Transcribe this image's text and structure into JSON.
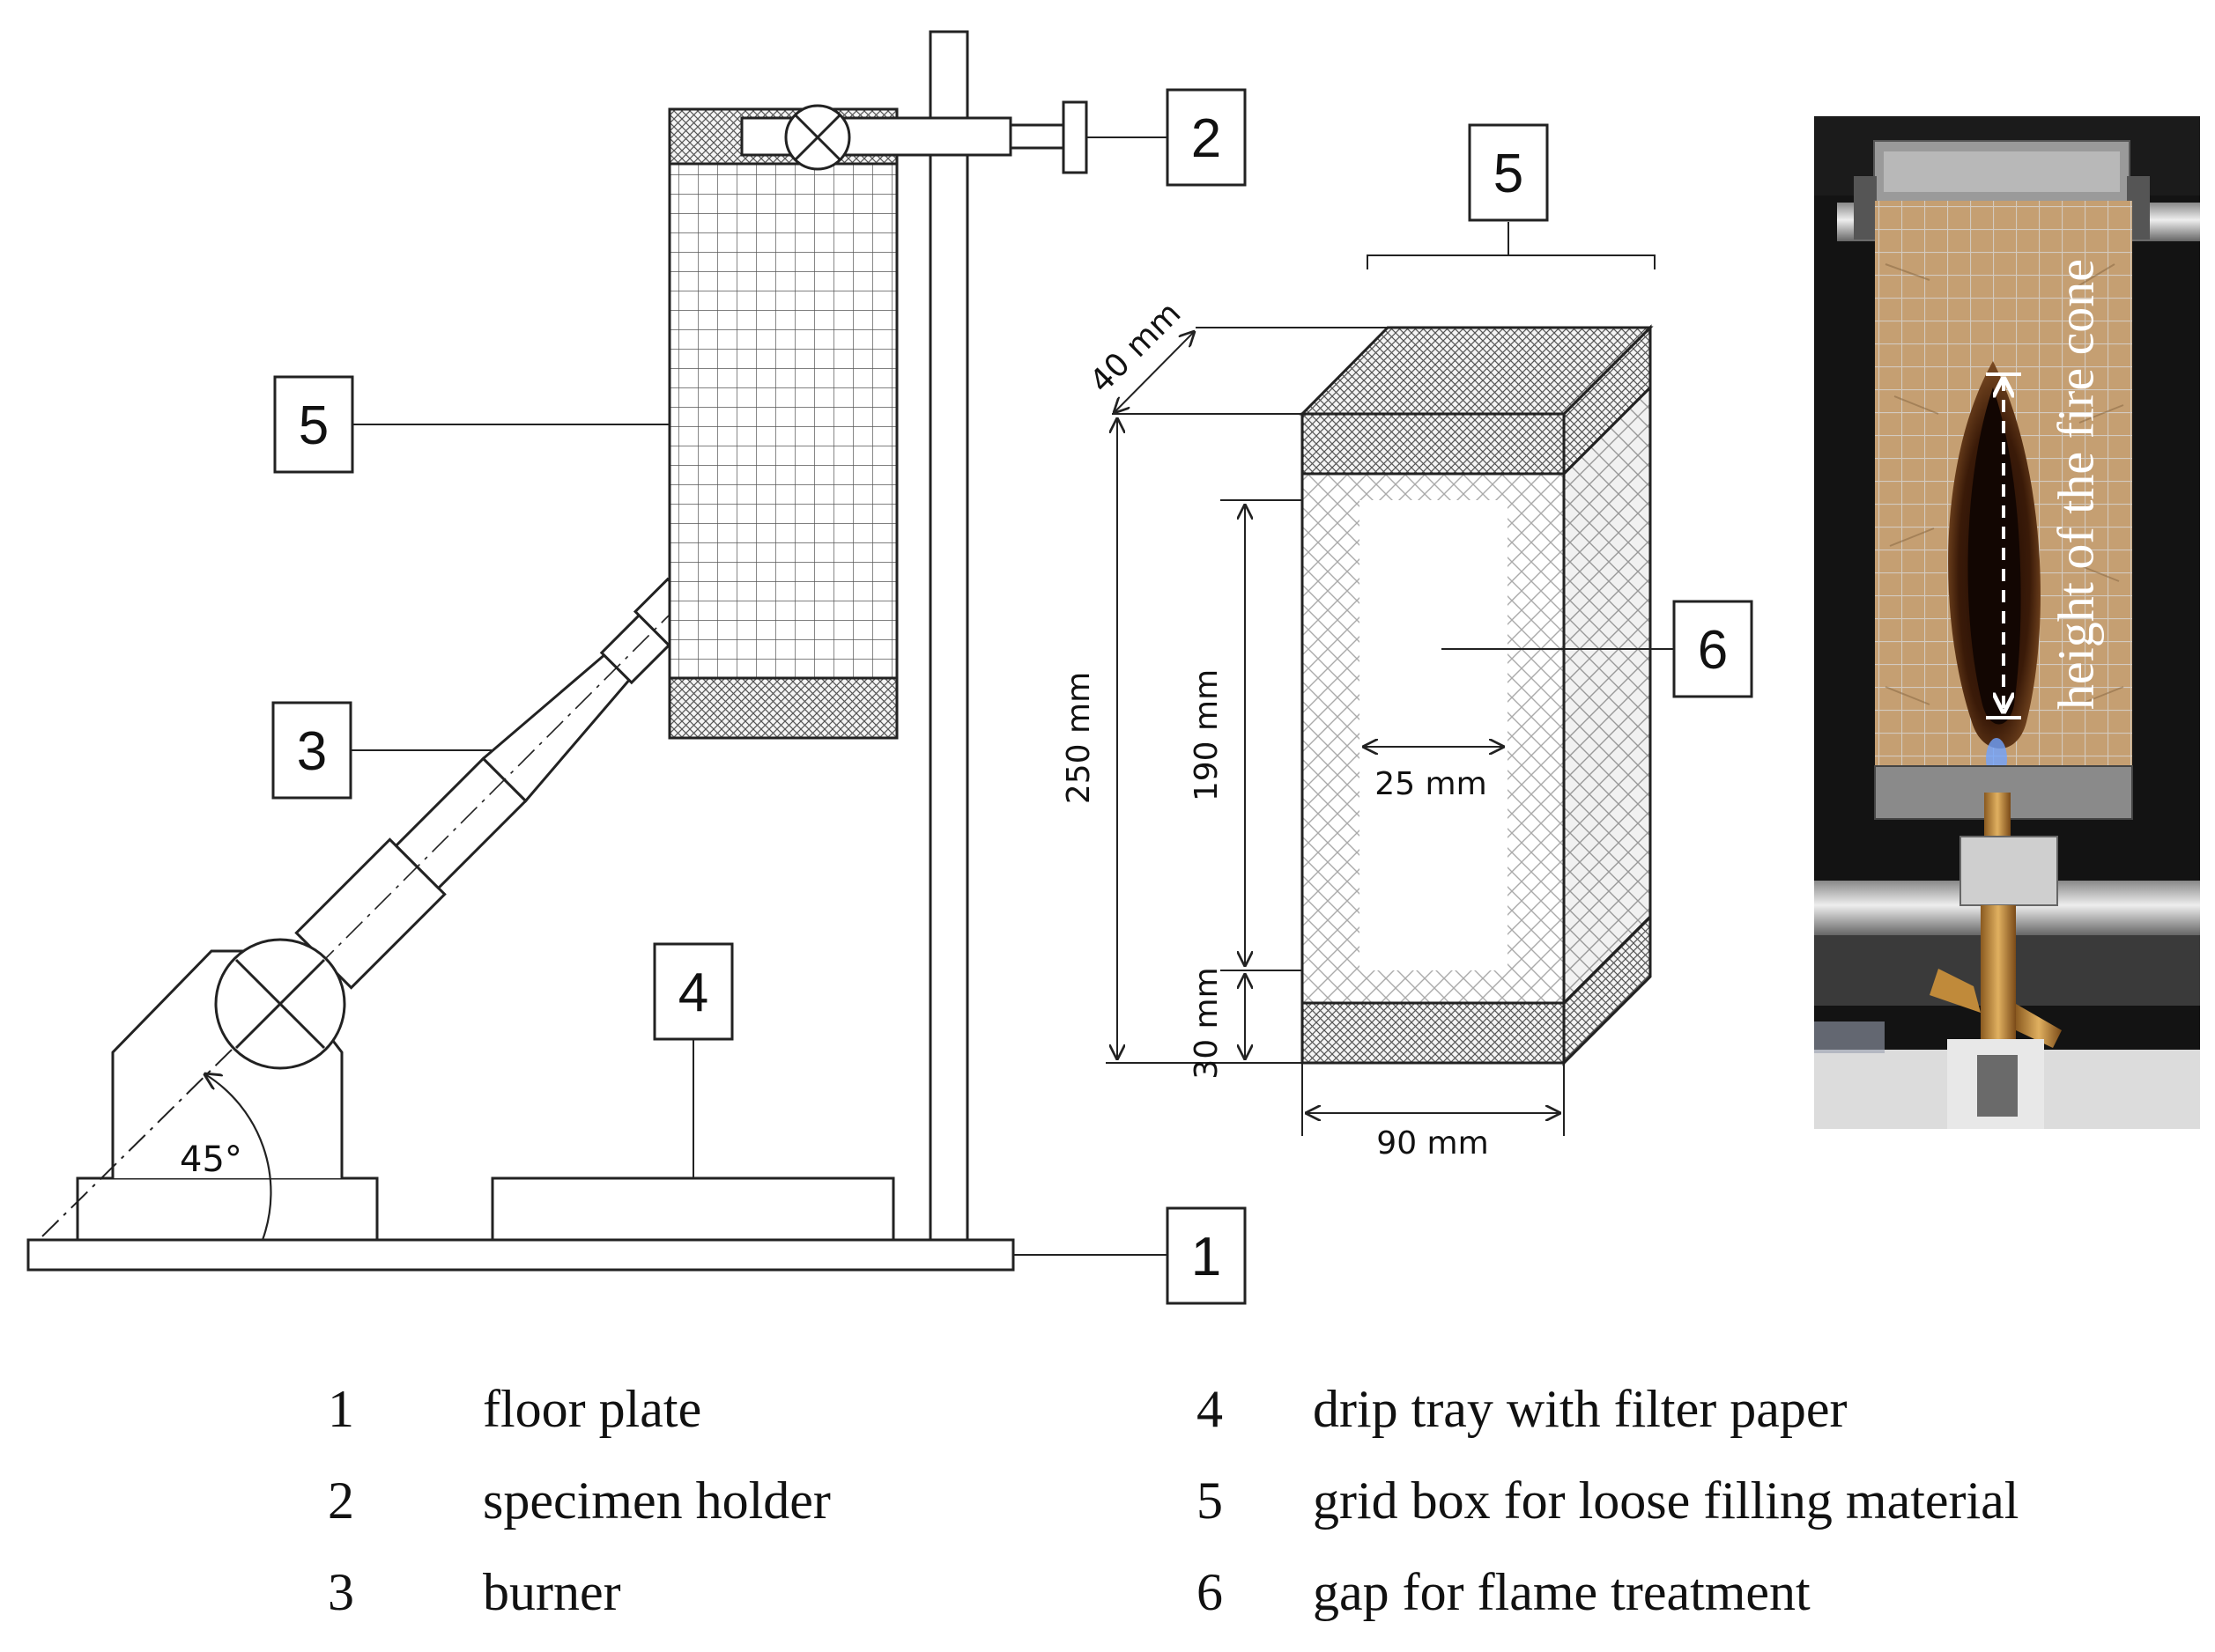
{
  "callouts": {
    "c1": "1",
    "c2": "2",
    "c3": "3",
    "c4": "4",
    "c5_left": "5",
    "c5_right": "5",
    "c6": "6"
  },
  "angle_label": "45°",
  "dimensions": {
    "depth": "40 mm",
    "height_total": "250 mm",
    "height_gap": "190 mm",
    "bottom_band": "30 mm",
    "gap_width": "25 mm",
    "width": "90 mm"
  },
  "photo_annotation": "height of the fire cone",
  "legend": [
    {
      "num": "1",
      "text": "floor plate"
    },
    {
      "num": "2",
      "text": "specimen holder"
    },
    {
      "num": "3",
      "text": "burner"
    },
    {
      "num": "4",
      "text": "drip tray with filter paper"
    },
    {
      "num": "5",
      "text": "grid box for loose filling material"
    },
    {
      "num": "6",
      "text": "gap for flame treatment"
    }
  ],
  "colors": {
    "line": "#222222",
    "photo_bg": "#151515",
    "specimen": "#c8a173",
    "burn_mark": "#2a1408"
  }
}
